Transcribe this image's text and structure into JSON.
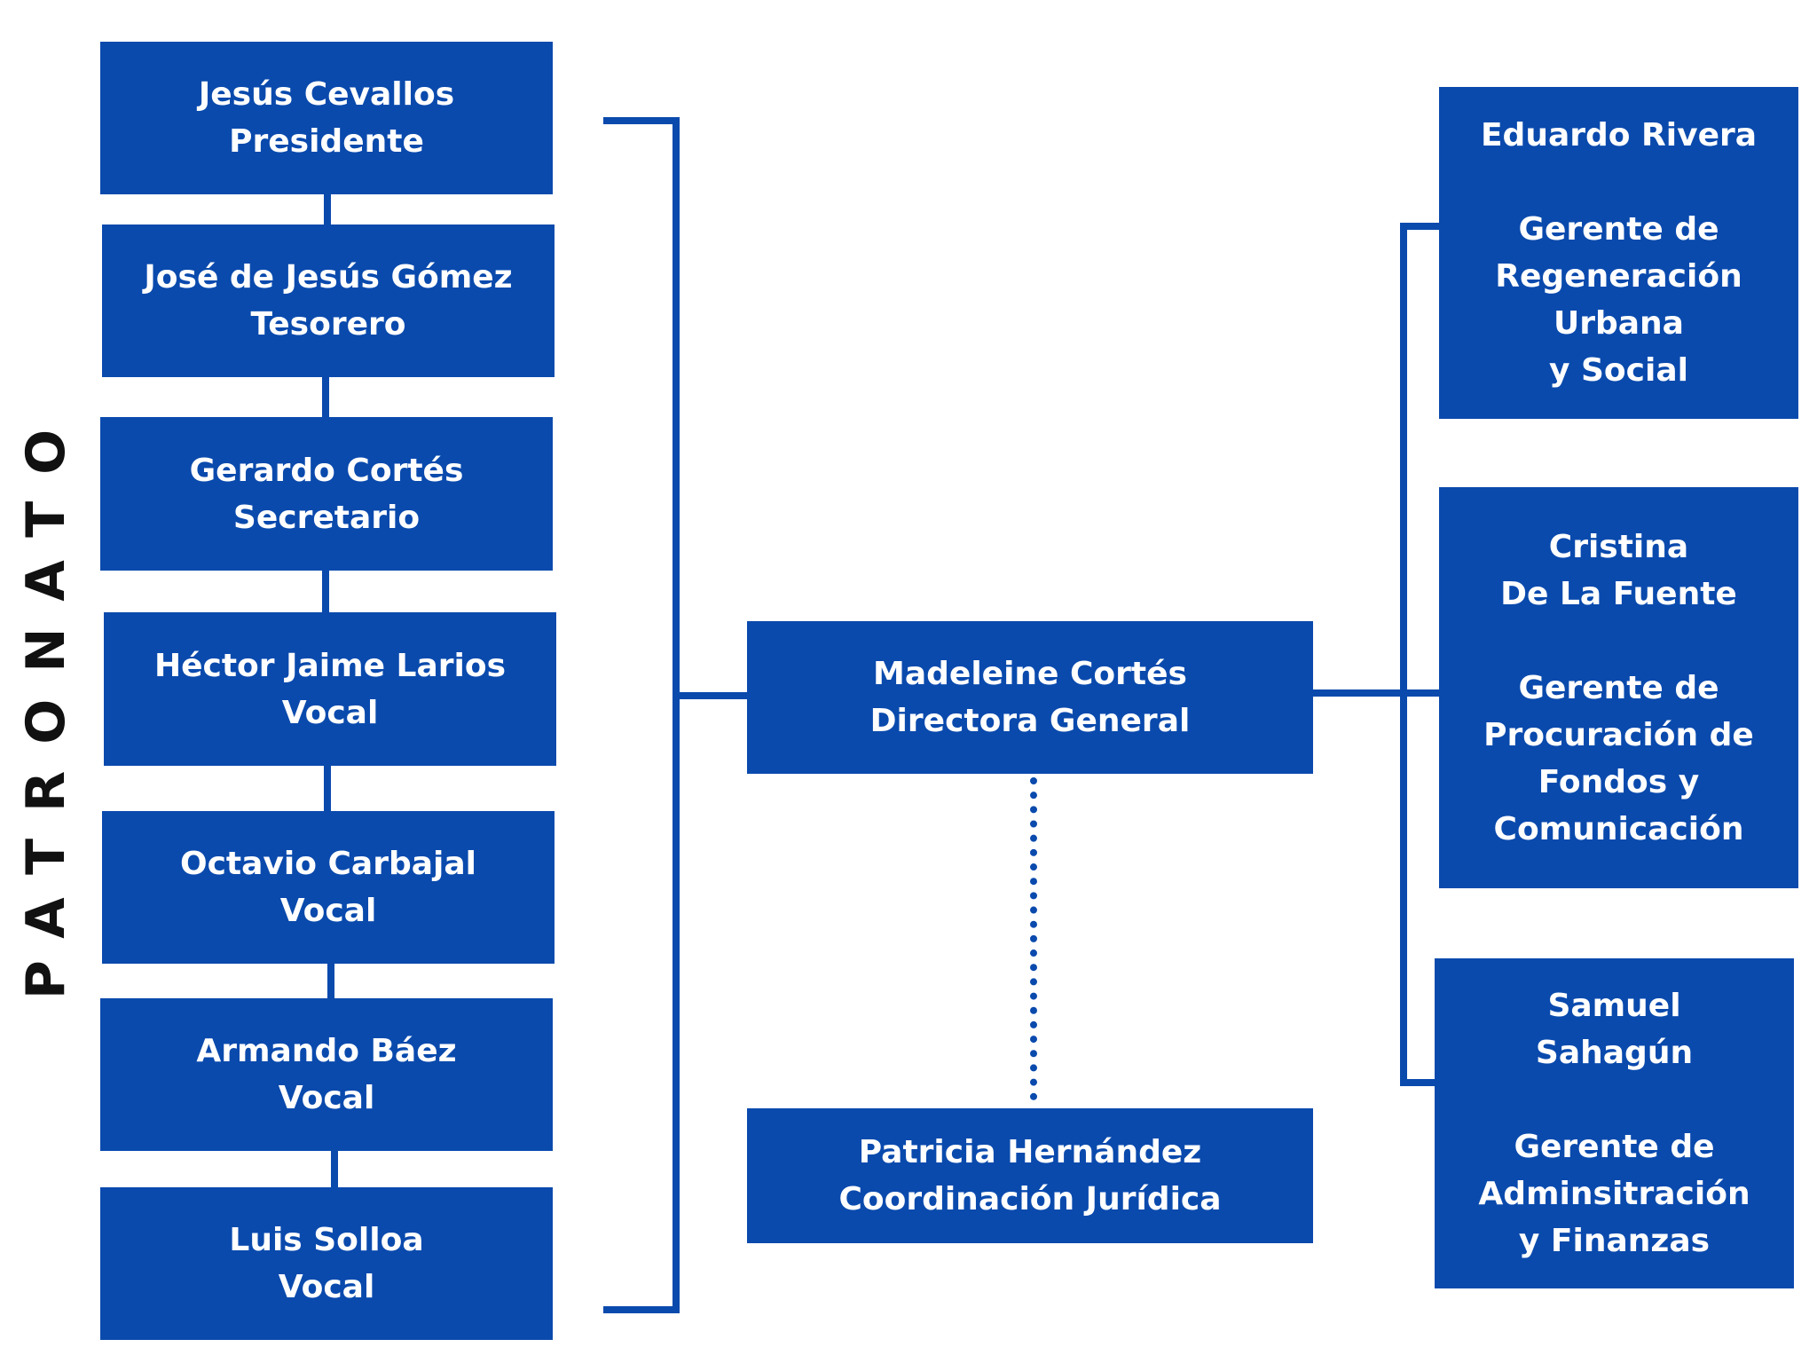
{
  "side_label": "PATRONATO",
  "colors": {
    "box_fill": "#0a4aad",
    "box_text": "#ffffff",
    "side_label": "#111111"
  },
  "patronato": [
    {
      "name": "Jesús Cevallos",
      "role": "Presidente"
    },
    {
      "name": "José de Jesús Gómez",
      "role": "Tesorero"
    },
    {
      "name": "Gerardo Cortés",
      "role": "Secretario"
    },
    {
      "name": "Héctor Jaime Larios",
      "role": "Vocal"
    },
    {
      "name": "Octavio Carbajal",
      "role": "Vocal"
    },
    {
      "name": "Armando Báez",
      "role": "Vocal"
    },
    {
      "name": "Luis Solloa",
      "role": "Vocal"
    }
  ],
  "director": {
    "name": "Madeleine Cortés",
    "role": "Directora General"
  },
  "legal": {
    "name": "Patricia Hernández",
    "role": "Coordinación Jurídica"
  },
  "managers": [
    {
      "name_lines": [
        "Eduardo Rivera"
      ],
      "role_lines": [
        "Gerente de",
        "Regeneración",
        "Urbana",
        "y Social"
      ]
    },
    {
      "name_lines": [
        "Cristina",
        "De La Fuente"
      ],
      "role_lines": [
        "Gerente de",
        "Procuración de",
        "Fondos y",
        "Comunicación"
      ]
    },
    {
      "name_lines": [
        "Samuel",
        "Sahagún"
      ],
      "role_lines": [
        "Gerente de",
        "Adminsitración",
        "y Finanzas"
      ]
    }
  ]
}
